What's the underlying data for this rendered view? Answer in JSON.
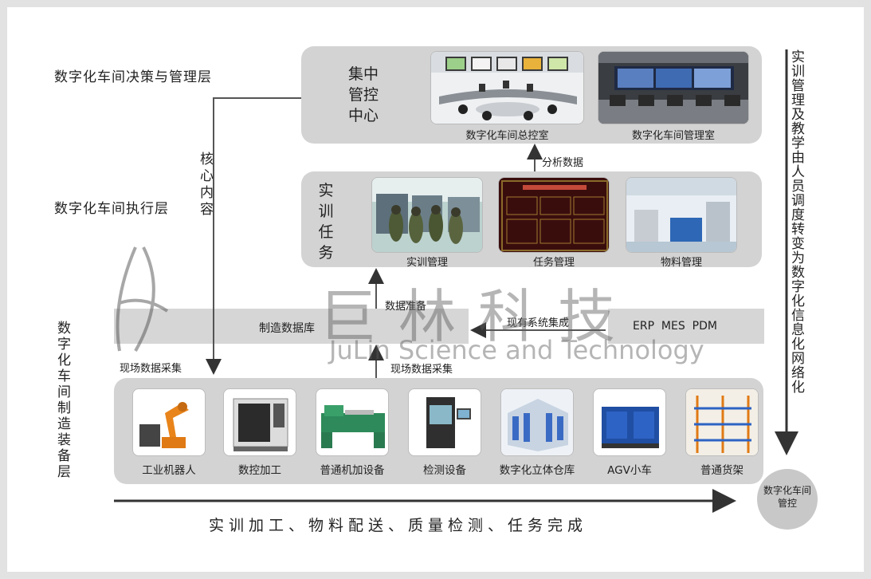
{
  "layers": {
    "decision": "数字化车间决策与管理层",
    "execution": "数字化车间执行层",
    "equipment": "数字化车间制造装备层"
  },
  "core_label": "核心内容",
  "control_center": {
    "title": "集中管控中心",
    "rooms": [
      "数字化车间总控室",
      "数字化车间管理室"
    ]
  },
  "analysis_label": "分析数据",
  "training": {
    "title": "实训任务",
    "items": [
      "实训管理",
      "任务管理",
      "物料管理"
    ]
  },
  "data_prep_label": "数据准备",
  "database_label": "制造数据库",
  "integration_label": "现有系统集成",
  "erp_label": "ERP  MES  PDM",
  "field_collect_labels": [
    "现场数据采集",
    "现场数据采集"
  ],
  "equipment": [
    "工业机器人",
    "数控加工",
    "普通机加设备",
    "检测设备",
    "数字化立体仓库",
    "AGV小车",
    "普通货架"
  ],
  "right_vertical": "实训管理及教学由人员调度转变为数字化信息化网络化",
  "bottom_flow": "实训加工、物料配送、质量检测、任务完成",
  "circle_label": "数字化车间管控",
  "watermark": {
    "cn": "巨林科技",
    "en": "JuLin Science and Technology"
  },
  "colors": {
    "panel": "#d3d3d3",
    "line": "#555555",
    "arrow": "#333333"
  }
}
